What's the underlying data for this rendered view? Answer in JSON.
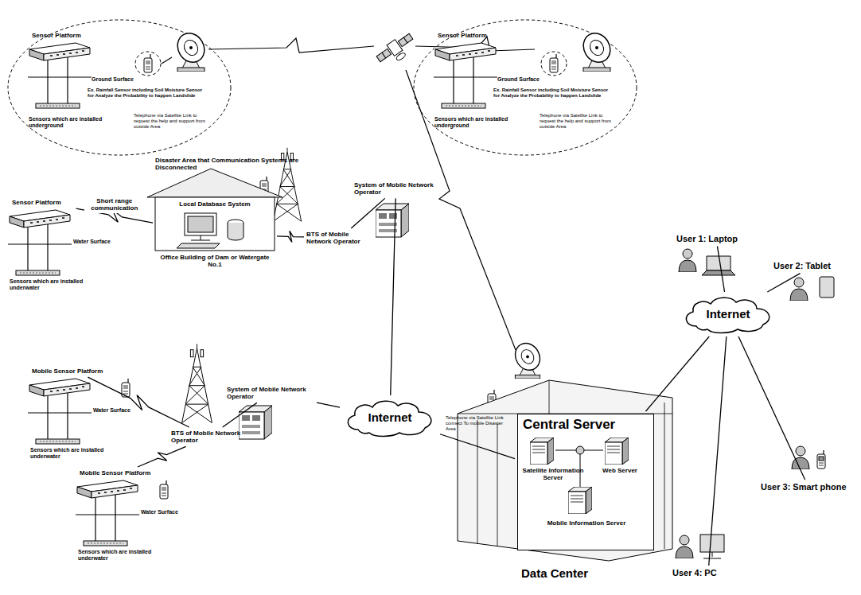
{
  "diagram": {
    "nodes": [
      {
        "text": [
          "Sensor Platform"
        ]
      },
      {
        "text": [
          "Sensor Platform"
        ]
      },
      {
        "text": [
          "Local Database System",
          "Office Building of Dam or Watergate No.1"
        ]
      },
      {
        "text": [
          "Sensor Platform"
        ]
      },
      {
        "text": [
          "BTS of Mobile Network Operator"
        ]
      },
      {
        "text": [
          "System of Mobile Network Operator"
        ]
      },
      {
        "text": [
          "Mobile Sensor Platform"
        ]
      },
      {
        "text": [
          "Mobile Sensor Platform"
        ]
      },
      {
        "text": [
          "BTS of Mobile Network Operator"
        ]
      },
      {
        "text": [
          "System of Mobile Network Operator"
        ]
      },
      {
        "text": [
          "Internet"
        ]
      },
      {
        "text": [
          "Central Server"
        ]
      },
      {
        "text": [
          "Satellite Information Server"
        ],
        "in": 11
      },
      {
        "text": [
          "Web Server"
        ],
        "in": 11
      },
      {
        "text": [
          "Mobile Information Server"
        ],
        "in": 11
      },
      {
        "text": [
          "Internet"
        ]
      },
      {
        "text": [
          "User 1: Laptop"
        ]
      },
      {
        "text": [
          "User 2: Tablet"
        ]
      },
      {
        "text": [
          "User 3: Smart phone"
        ]
      },
      {
        "text": [
          "User 4: PC"
        ]
      }
    ],
    "edges": [
      {
        "from": 3,
        "to": 2,
        "label": "Short range communication",
        "arrow": "none"
      },
      {
        "from": 2,
        "to": 4,
        "arrow": "none"
      },
      {
        "from": 4,
        "to": 5,
        "arrow": "none"
      },
      {
        "from": 5,
        "to": 10,
        "arrow": "none"
      },
      {
        "from": 6,
        "to": 8,
        "arrow": "none"
      },
      {
        "from": 7,
        "to": 8,
        "arrow": "none"
      },
      {
        "from": 8,
        "to": 9,
        "arrow": "none"
      },
      {
        "from": 9,
        "to": 10,
        "arrow": "none"
      },
      {
        "from": 10,
        "to": 11,
        "arrow": "none"
      },
      {
        "from": 11,
        "to": 15,
        "arrow": "none"
      },
      {
        "from": 15,
        "to": 16,
        "arrow": "none"
      },
      {
        "from": 15,
        "to": 17,
        "arrow": "none"
      },
      {
        "from": 15,
        "to": 18,
        "arrow": "none"
      },
      {
        "from": 15,
        "to": 19,
        "arrow": "none"
      }
    ],
    "labels": [
      "Ground Surface",
      "Ex. Rainfall Sensor including Soil Moisture Sensor for Analyze the Probability to happen Landslide",
      "Sensors which are installed underground",
      "Telephone via Satellite Link to request the help and support from outside Area",
      "Disaster Area that Communication Systems are Disconnected",
      "Ground Surface",
      "Ex. Rainfall Sensor including Soil Moisture Sensor for Analyze the Probability to happen Landslide",
      "Sensors which are installed underground",
      "Telephone via Satellite Link to request the help and support from outside Area",
      "Water Surface",
      "Sensors which are installed underwater",
      "Water Surface",
      "Sensors which are installed underwater",
      "Water Surface",
      "Sensors which are installed underwater",
      "Telephone via Satellite Link connect To mobile Disaster Area",
      "Data Center"
    ]
  }
}
